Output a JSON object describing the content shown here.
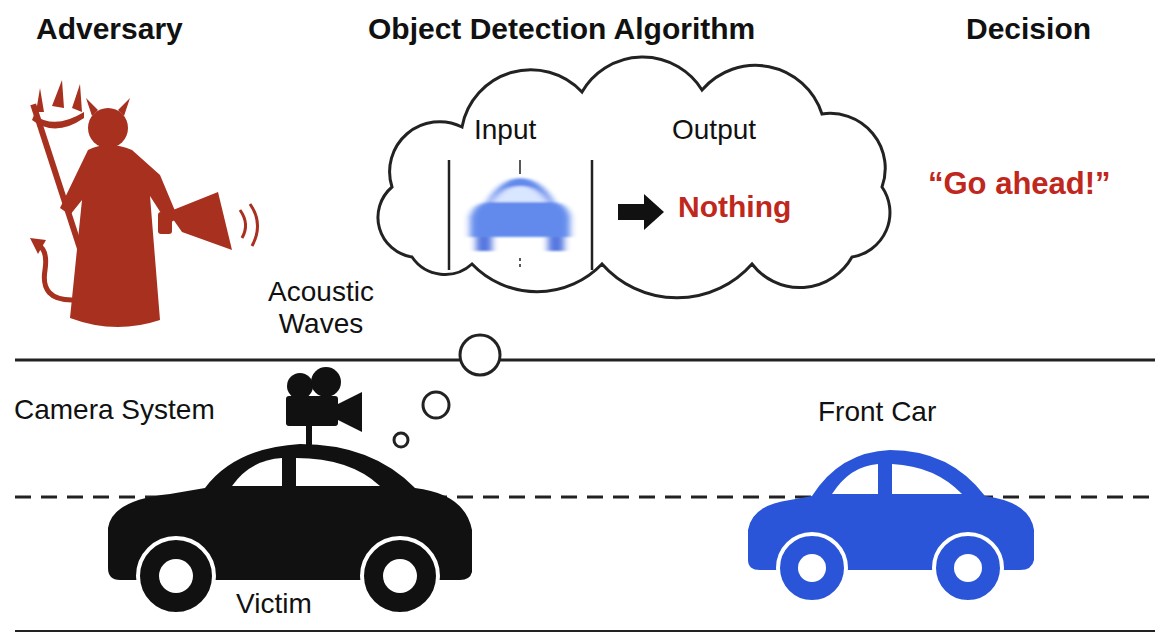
{
  "diagram": {
    "nodes": [
      {
        "text": [
          "Input",
          "Output",
          "Nothing"
        ]
      }
    ],
    "edges": [],
    "labels": [
      "Adversary",
      "Object Detection Algorithm",
      "Decision",
      "“Go ahead!”",
      "Acoustic Waves",
      "Camera System",
      "Front Car",
      "Victim"
    ]
  }
}
